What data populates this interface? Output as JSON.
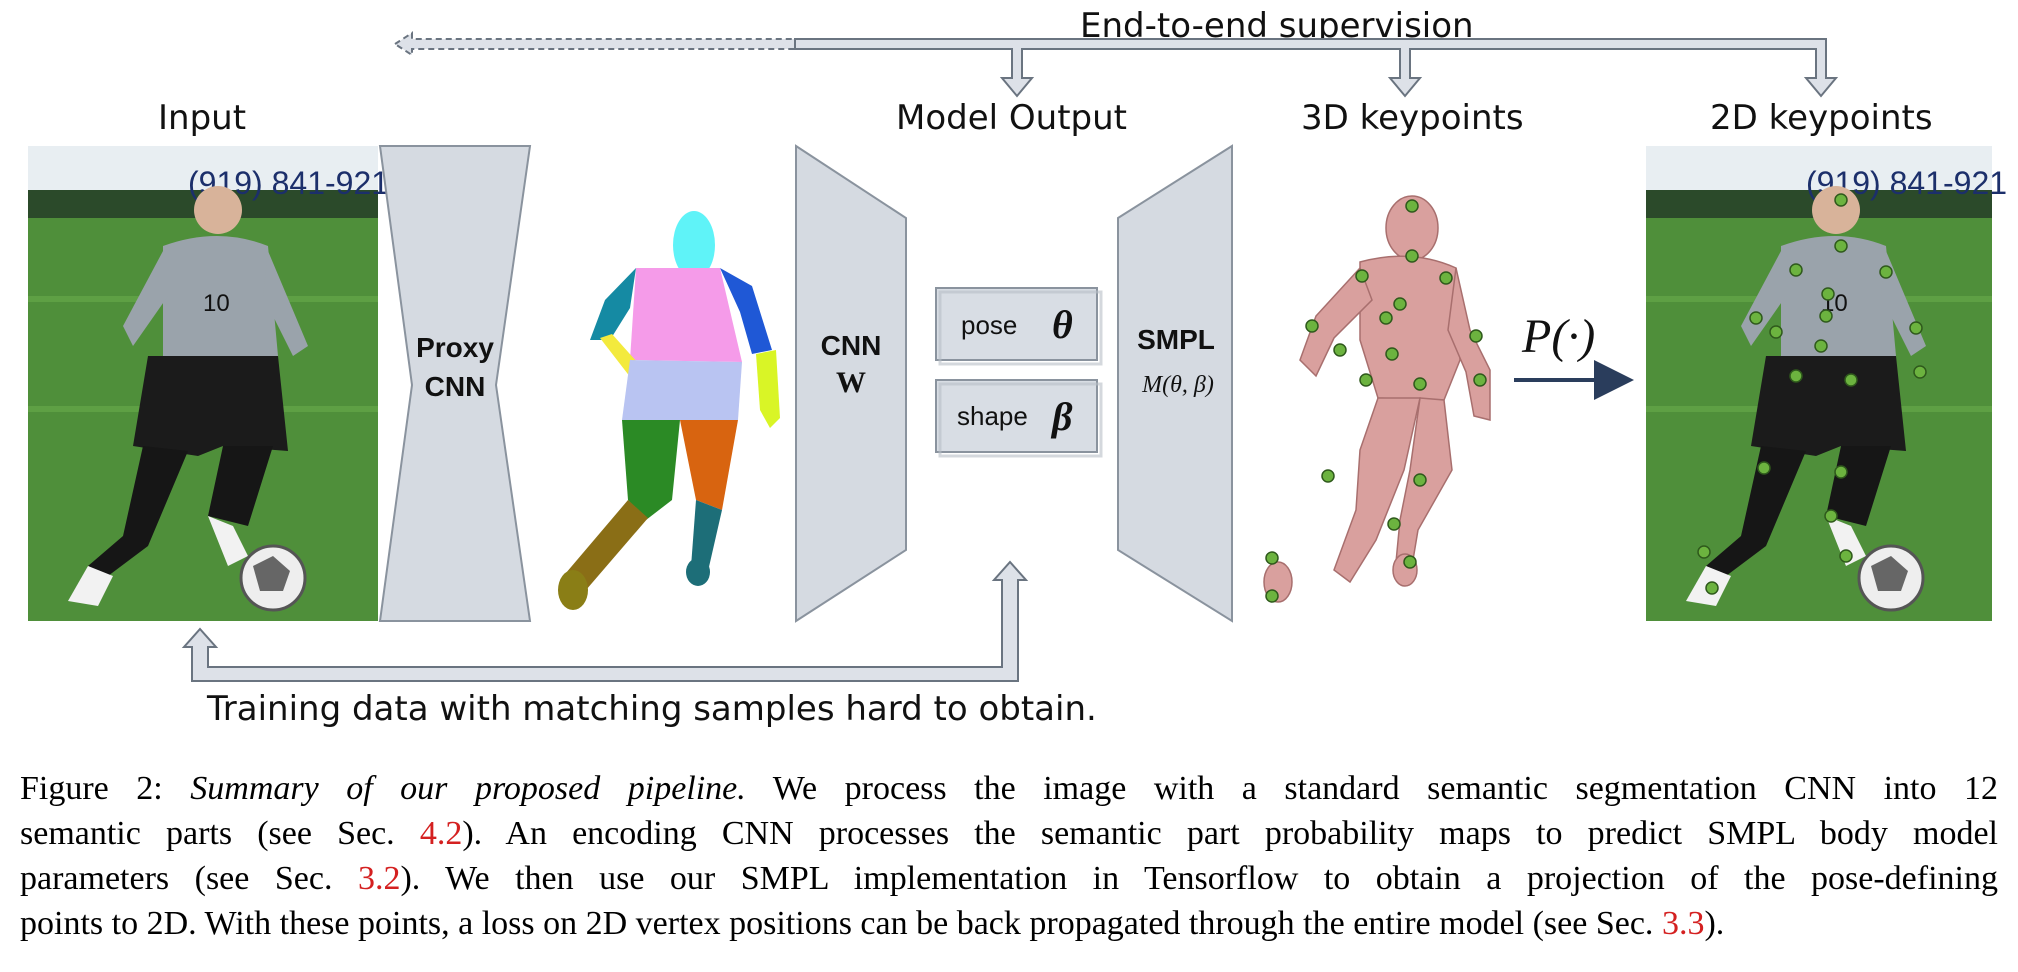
{
  "figure": {
    "top_label": "End-to-end supervision",
    "bottom_label": "Training data with matching samples hard to obtain.",
    "input_label": "Input",
    "model_output_label": "Model Output",
    "keypoints3d_label": "3D keypoints",
    "keypoints2d_label": "2D keypoints",
    "proxy_cnn_line1": "Proxy",
    "proxy_cnn_line2": "CNN",
    "cnn_label": "CNN",
    "cnn_weight": "W",
    "pose_label": "pose",
    "pose_symbol": "θ",
    "shape_label": "shape",
    "shape_symbol": "β",
    "smpl_label": "SMPL",
    "smpl_formula": "M(θ, β)",
    "projection_label": "P(·)",
    "banner_text": "(919) 841-921",
    "jersey_number": "10",
    "colors": {
      "block_fill": "#d5dae1",
      "block_stroke": "#8a939e",
      "arrow_navy": "#2a3d5c",
      "keypoint": "#6cb33f",
      "body_mesh": "#d9a09e"
    }
  },
  "caption": {
    "line1_prefix": "Figure 2: ",
    "line1_title": "Summary of our proposed pipeline.",
    "line1_rest": " We process the image with a standard semantic segmentation CNN into 12",
    "line2_a": "semantic parts (see Sec. ",
    "line2_ref": "4.2",
    "line2_b": "). An encoding CNN processes the semantic part probability maps to predict SMPL body model",
    "line3_a": "parameters (see Sec. ",
    "line3_ref": "3.2",
    "line3_b": "). We then use our SMPL implementation in Tensorflow to obtain a projection of the pose-defining",
    "line4_a": "points to 2D. With these points, a loss on 2D vertex positions can be back propagated through the entire model (see Sec. ",
    "line4_ref": "3.3",
    "line4_b": ")."
  }
}
